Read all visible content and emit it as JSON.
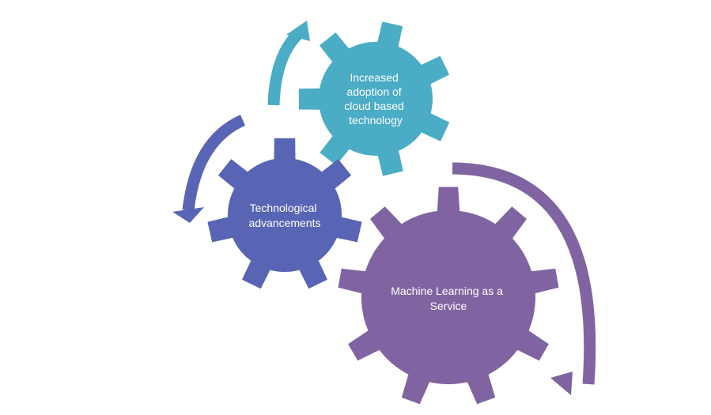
{
  "gears": [
    {
      "id": "cloud",
      "label_lines": [
        "Increased",
        "adoption of",
        "cloud based",
        "technology"
      ],
      "color": "#4BACC6"
    },
    {
      "id": "tech",
      "label_lines": [
        "Technological",
        "advancements"
      ],
      "color": "#5865B5"
    },
    {
      "id": "mlaas",
      "label_lines": [
        "Machine Learning as a",
        "Service"
      ],
      "color": "#8064A2"
    }
  ],
  "arrows": [
    {
      "id": "arrow-cloud",
      "color": "#4BACC6"
    },
    {
      "id": "arrow-tech",
      "color": "#5865B5"
    },
    {
      "id": "arrow-mlaas",
      "color": "#8064A2"
    }
  ],
  "background": "#FFFFFF"
}
